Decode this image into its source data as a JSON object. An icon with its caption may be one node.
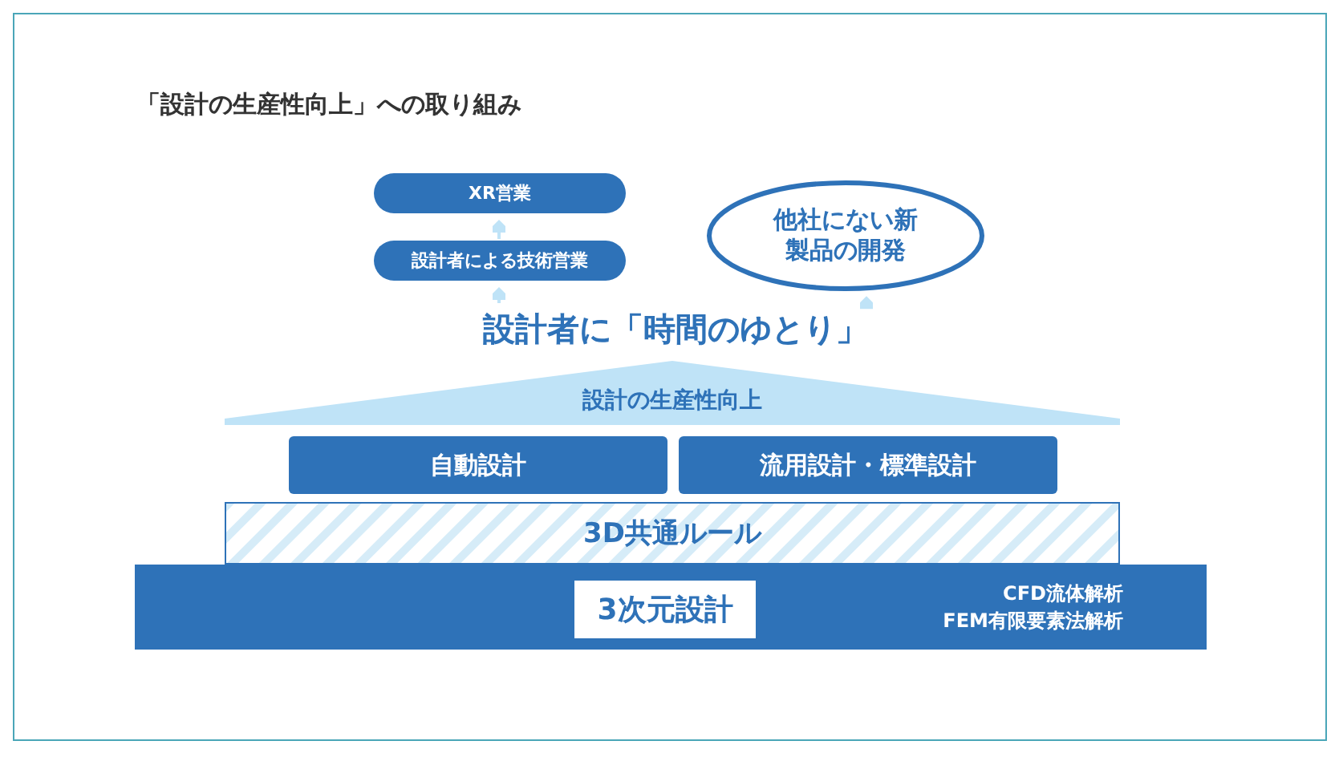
{
  "diagram": {
    "title": "「設計の生産性向上」への取り組み",
    "nodes": [
      {
        "text": [
          "XR営業"
        ]
      },
      {
        "text": [
          "他社にない新製品の開発"
        ]
      },
      {
        "text": [
          "設計者による技術営業"
        ]
      },
      {
        "text": [
          "設計者に「時間のゆとり」"
        ]
      },
      {
        "text": [
          "設計の生産性向上"
        ]
      },
      {
        "text": [
          "自動設計"
        ]
      },
      {
        "text": [
          "流用設計・標準設計"
        ]
      },
      {
        "text": [
          "3D共通ルール"
        ]
      },
      {
        "text": [
          "CFD流体解析",
          "FEM有限要素法解析"
        ]
      },
      {
        "text": [
          "3次元設計"
        ],
        "in": 8
      }
    ],
    "edges": [
      {
        "from": 2,
        "to": 0,
        "arrow": "to"
      },
      {
        "from": 3,
        "to": 2,
        "arrow": "to"
      },
      {
        "from": 3,
        "to": 1,
        "arrow": "to"
      }
    ]
  }
}
